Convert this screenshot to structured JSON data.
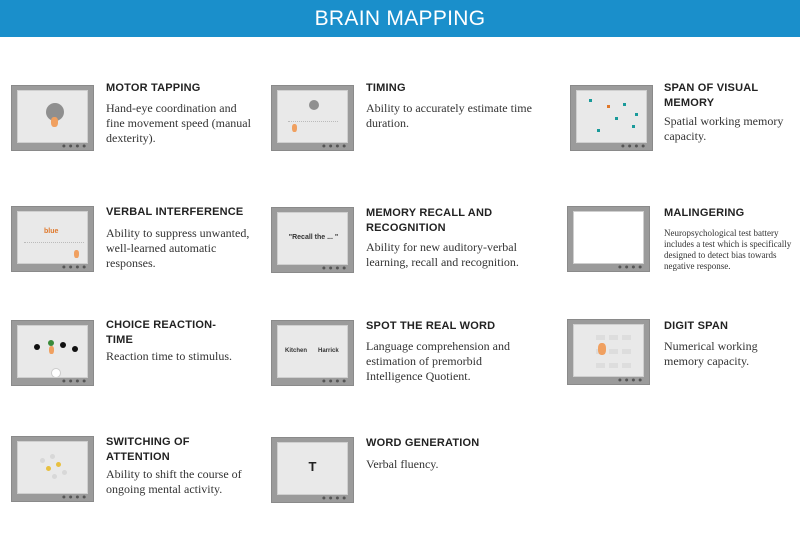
{
  "header": {
    "title": "BRAIN MAPPING"
  },
  "tests": [
    {
      "title": "MOTOR TAPPING",
      "desc": "Hand-eye coordination and fine movement speed (manual dexterity)."
    },
    {
      "title": "TIMING",
      "desc": "Ability to accurately estimate time duration."
    },
    {
      "title": "SPAN OF VISUAL MEMORY",
      "desc": "Spatial working memory capacity."
    },
    {
      "title": "VERBAL INTERFERENCE",
      "desc": "Ability to suppress unwanted, well-learned automatic responses.",
      "thumb_word": "blue"
    },
    {
      "title": "MEMORY RECALL AND RECOGNITION",
      "desc": "Ability for new auditory-verbal learning, recall and recognition.",
      "thumb_text": "\"Recall the ... \""
    },
    {
      "title": "MALINGERING",
      "desc": "Neuropsychological test battery includes a test which is specifically designed to detect bias towards negative response."
    },
    {
      "title": "CHOICE REACTION-TIME",
      "desc": "Reaction time to stimulus."
    },
    {
      "title": "SPOT THE REAL WORD",
      "desc": "Language comprehension and estimation of premorbid Intelligence Quotient.",
      "thumb_words": [
        "Kitchen",
        "Harrick"
      ]
    },
    {
      "title": "DIGIT SPAN",
      "desc": "Numerical working memory capacity."
    },
    {
      "title": "SWITCHING OF ATTENTION",
      "desc": "Ability to shift the course of ongoing mental activity."
    },
    {
      "title": "WORD GENERATION",
      "desc": "Verbal fluency.",
      "thumb_letter": "T"
    }
  ]
}
